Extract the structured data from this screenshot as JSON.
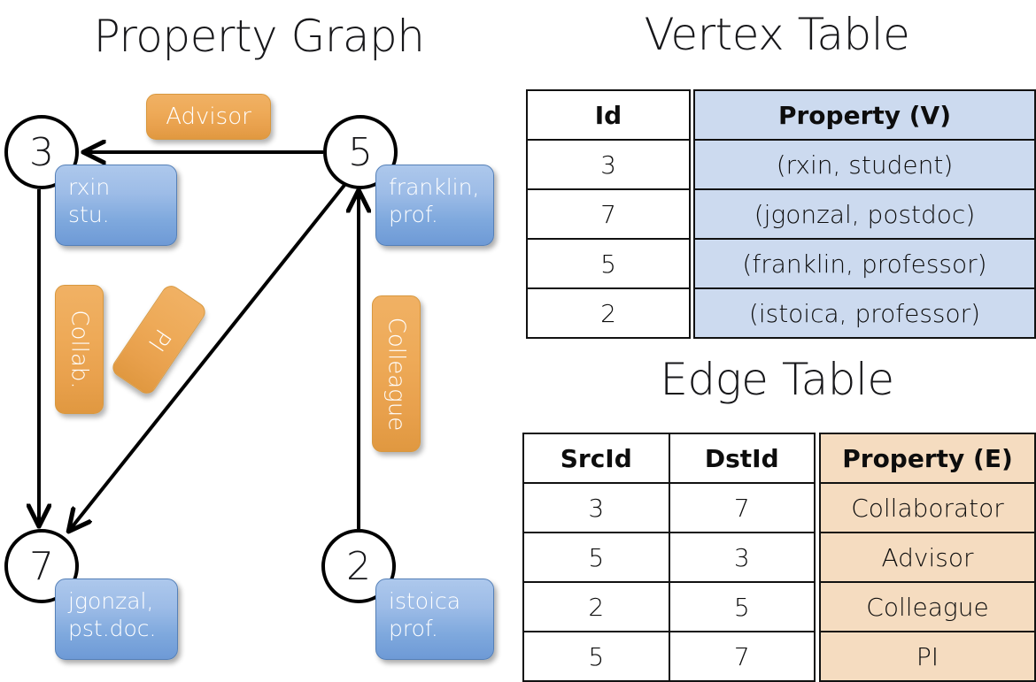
{
  "titles": {
    "property_graph": "Property Graph",
    "vertex_table": "Vertex Table",
    "edge_table": "Edge Table"
  },
  "graph": {
    "nodes": [
      {
        "id": "3",
        "label": "3",
        "property_line1": "rxin",
        "property_line2": "stu."
      },
      {
        "id": "5",
        "label": "5",
        "property_line1": "franklin,",
        "property_line2": "prof."
      },
      {
        "id": "7",
        "label": "7",
        "property_line1": "jgonzal,",
        "property_line2": "pst.doc."
      },
      {
        "id": "2",
        "label": "2",
        "property_line1": "istoica",
        "property_line2": "prof."
      }
    ],
    "edge_labels": [
      {
        "key": "advisor",
        "text": "Advisor",
        "orientation": "horizontal"
      },
      {
        "key": "collab",
        "text": "Collab.",
        "orientation": "vertical"
      },
      {
        "key": "pi",
        "text": "PI",
        "orientation": "rotated"
      },
      {
        "key": "colleague",
        "text": "Colleague",
        "orientation": "vertical"
      }
    ],
    "edges": [
      {
        "src": "5",
        "dst": "3",
        "label": "Advisor"
      },
      {
        "src": "3",
        "dst": "7",
        "label": "Collab."
      },
      {
        "src": "5",
        "dst": "7",
        "label": "PI"
      },
      {
        "src": "2",
        "dst": "5",
        "label": "Colleague"
      }
    ]
  },
  "vertex_table": {
    "headers": [
      "Id",
      "Property (V)"
    ],
    "rows": [
      {
        "id": "3",
        "property": "(rxin, student)"
      },
      {
        "id": "7",
        "property": "(jgonzal, postdoc)"
      },
      {
        "id": "5",
        "property": "(franklin, professor)"
      },
      {
        "id": "2",
        "property": "(istoica, professor)"
      }
    ]
  },
  "edge_table": {
    "headers": [
      "SrcId",
      "DstId",
      "Property (E)"
    ],
    "rows": [
      {
        "src": "3",
        "dst": "7",
        "property": "Collaborator"
      },
      {
        "src": "5",
        "dst": "3",
        "property": "Advisor"
      },
      {
        "src": "2",
        "dst": "5",
        "property": "Colleague"
      },
      {
        "src": "5",
        "dst": "7",
        "property": "PI"
      }
    ]
  },
  "colors": {
    "vertex_property_fill": "#ccdaef",
    "edge_property_fill": "#f5dcc0",
    "node_box_blue": "#7ea8dd",
    "edge_label_orange": "#eeaa58"
  }
}
